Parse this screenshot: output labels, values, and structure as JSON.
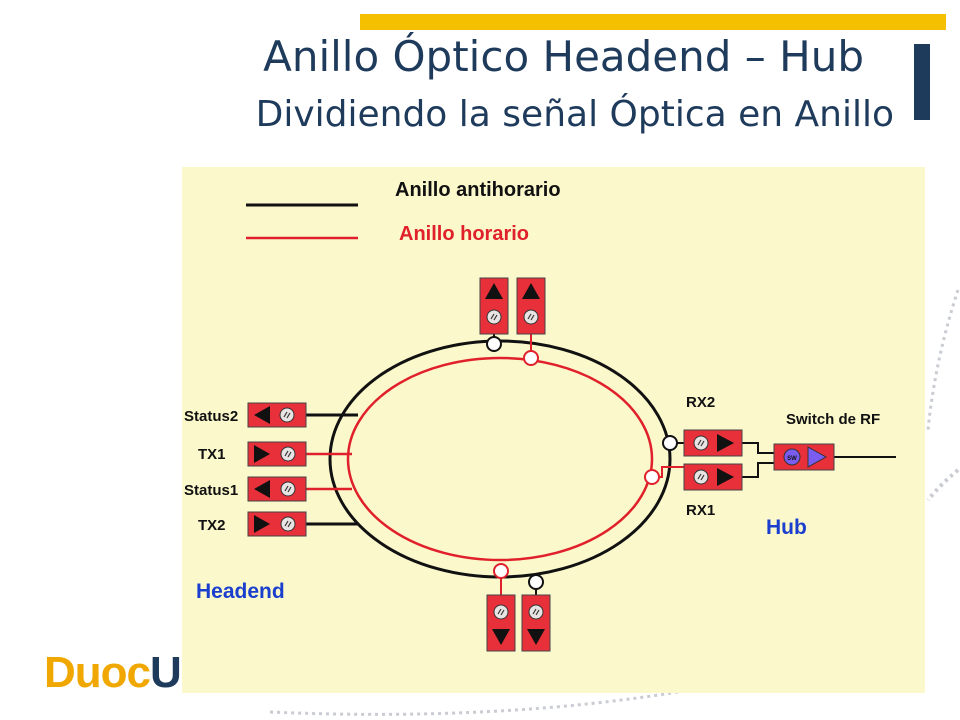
{
  "slide": {
    "title": "Anillo Óptico Headend – Hub",
    "subtitle": "Dividiendo la señal Óptica en Anillo",
    "logo_text": "Duoc",
    "logo_tail": "U"
  },
  "diagram": {
    "legend": {
      "black_label": "Anillo antihorario",
      "red_label": "Anillo horario"
    },
    "labels": {
      "status2": "Status2",
      "tx1": "TX1",
      "status1": "Status1",
      "tx2": "TX2",
      "headend": "Headend",
      "rx2": "RX2",
      "rx1": "RX1",
      "switch": "Switch de RF",
      "hub": "Hub",
      "switch_badge": "SW"
    },
    "colors": {
      "black_ring": "#111111",
      "red_ring": "#e0202a",
      "module_fill": "#e8303a",
      "headend_text": "#1a3fcf",
      "hub_text": "#1a3fcf",
      "legend_red_text": "#e0202a",
      "background": "#fbf8cc"
    }
  }
}
